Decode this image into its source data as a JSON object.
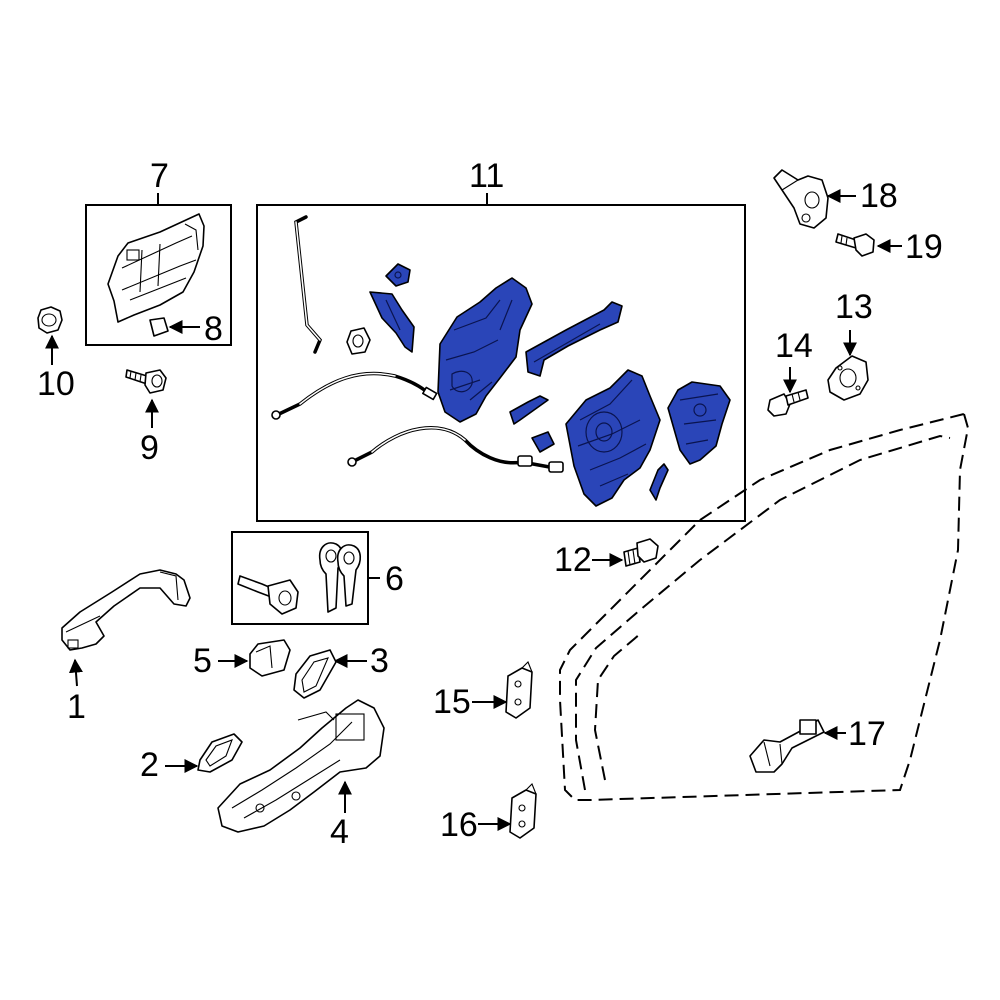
{
  "diagram": {
    "accent_color": "#2a45b8",
    "callouts": [
      {
        "id": "c1",
        "text": "1"
      },
      {
        "id": "c2",
        "text": "2"
      },
      {
        "id": "c3",
        "text": "3"
      },
      {
        "id": "c4",
        "text": "4"
      },
      {
        "id": "c5",
        "text": "5"
      },
      {
        "id": "c6",
        "text": "6"
      },
      {
        "id": "c7",
        "text": "7"
      },
      {
        "id": "c8",
        "text": "8"
      },
      {
        "id": "c9",
        "text": "9"
      },
      {
        "id": "c10",
        "text": "10"
      },
      {
        "id": "c11",
        "text": "11"
      },
      {
        "id": "c12",
        "text": "12"
      },
      {
        "id": "c13",
        "text": "13"
      },
      {
        "id": "c14",
        "text": "14"
      },
      {
        "id": "c15",
        "text": "15"
      },
      {
        "id": "c16",
        "text": "16"
      },
      {
        "id": "c17",
        "text": "17"
      },
      {
        "id": "c18",
        "text": "18"
      },
      {
        "id": "c19",
        "text": "19"
      }
    ]
  }
}
